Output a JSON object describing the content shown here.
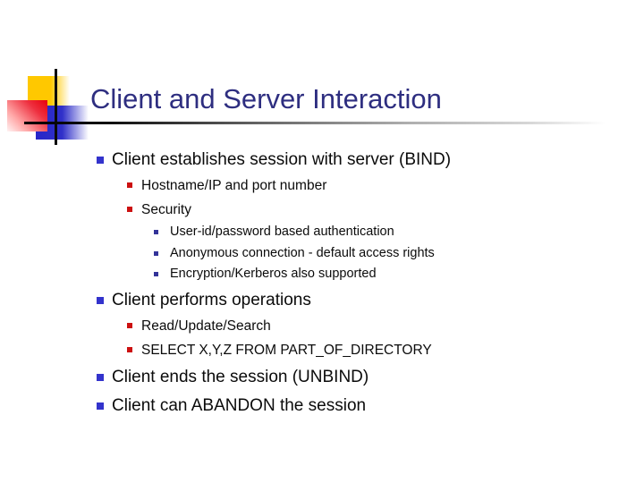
{
  "slide": {
    "title": "Client and Server Interaction",
    "bullets": [
      {
        "level": 1,
        "text": "Client establishes session with server (BIND)"
      },
      {
        "level": 2,
        "text": "Hostname/IP and port number"
      },
      {
        "level": 2,
        "text": "Security"
      },
      {
        "level": 3,
        "text": "User-id/password based authentication"
      },
      {
        "level": 3,
        "text": "Anonymous connection - default access rights"
      },
      {
        "level": 3,
        "text": "Encryption/Kerberos also supported"
      },
      {
        "level": 1,
        "text": "Client performs operations"
      },
      {
        "level": 2,
        "text": "Read/Update/Search"
      },
      {
        "level": 2,
        "text": "SELECT X,Y,Z FROM PART_OF_DIRECTORY"
      },
      {
        "level": 1,
        "text": "Client ends the session (UNBIND)"
      },
      {
        "level": 1,
        "text": "Client can ABANDON the session"
      }
    ],
    "colors": {
      "title": "#2E2E80",
      "body_text": "#0B0B0B",
      "bullet_level1": "#3333CC",
      "bullet_level2": "#CC1111",
      "bullet_level3": "#333399",
      "accent_yellow": "#FFC800",
      "accent_blue": "#2626C9",
      "accent_red": "#E8000B",
      "line_black": "#0A0A0A"
    }
  }
}
